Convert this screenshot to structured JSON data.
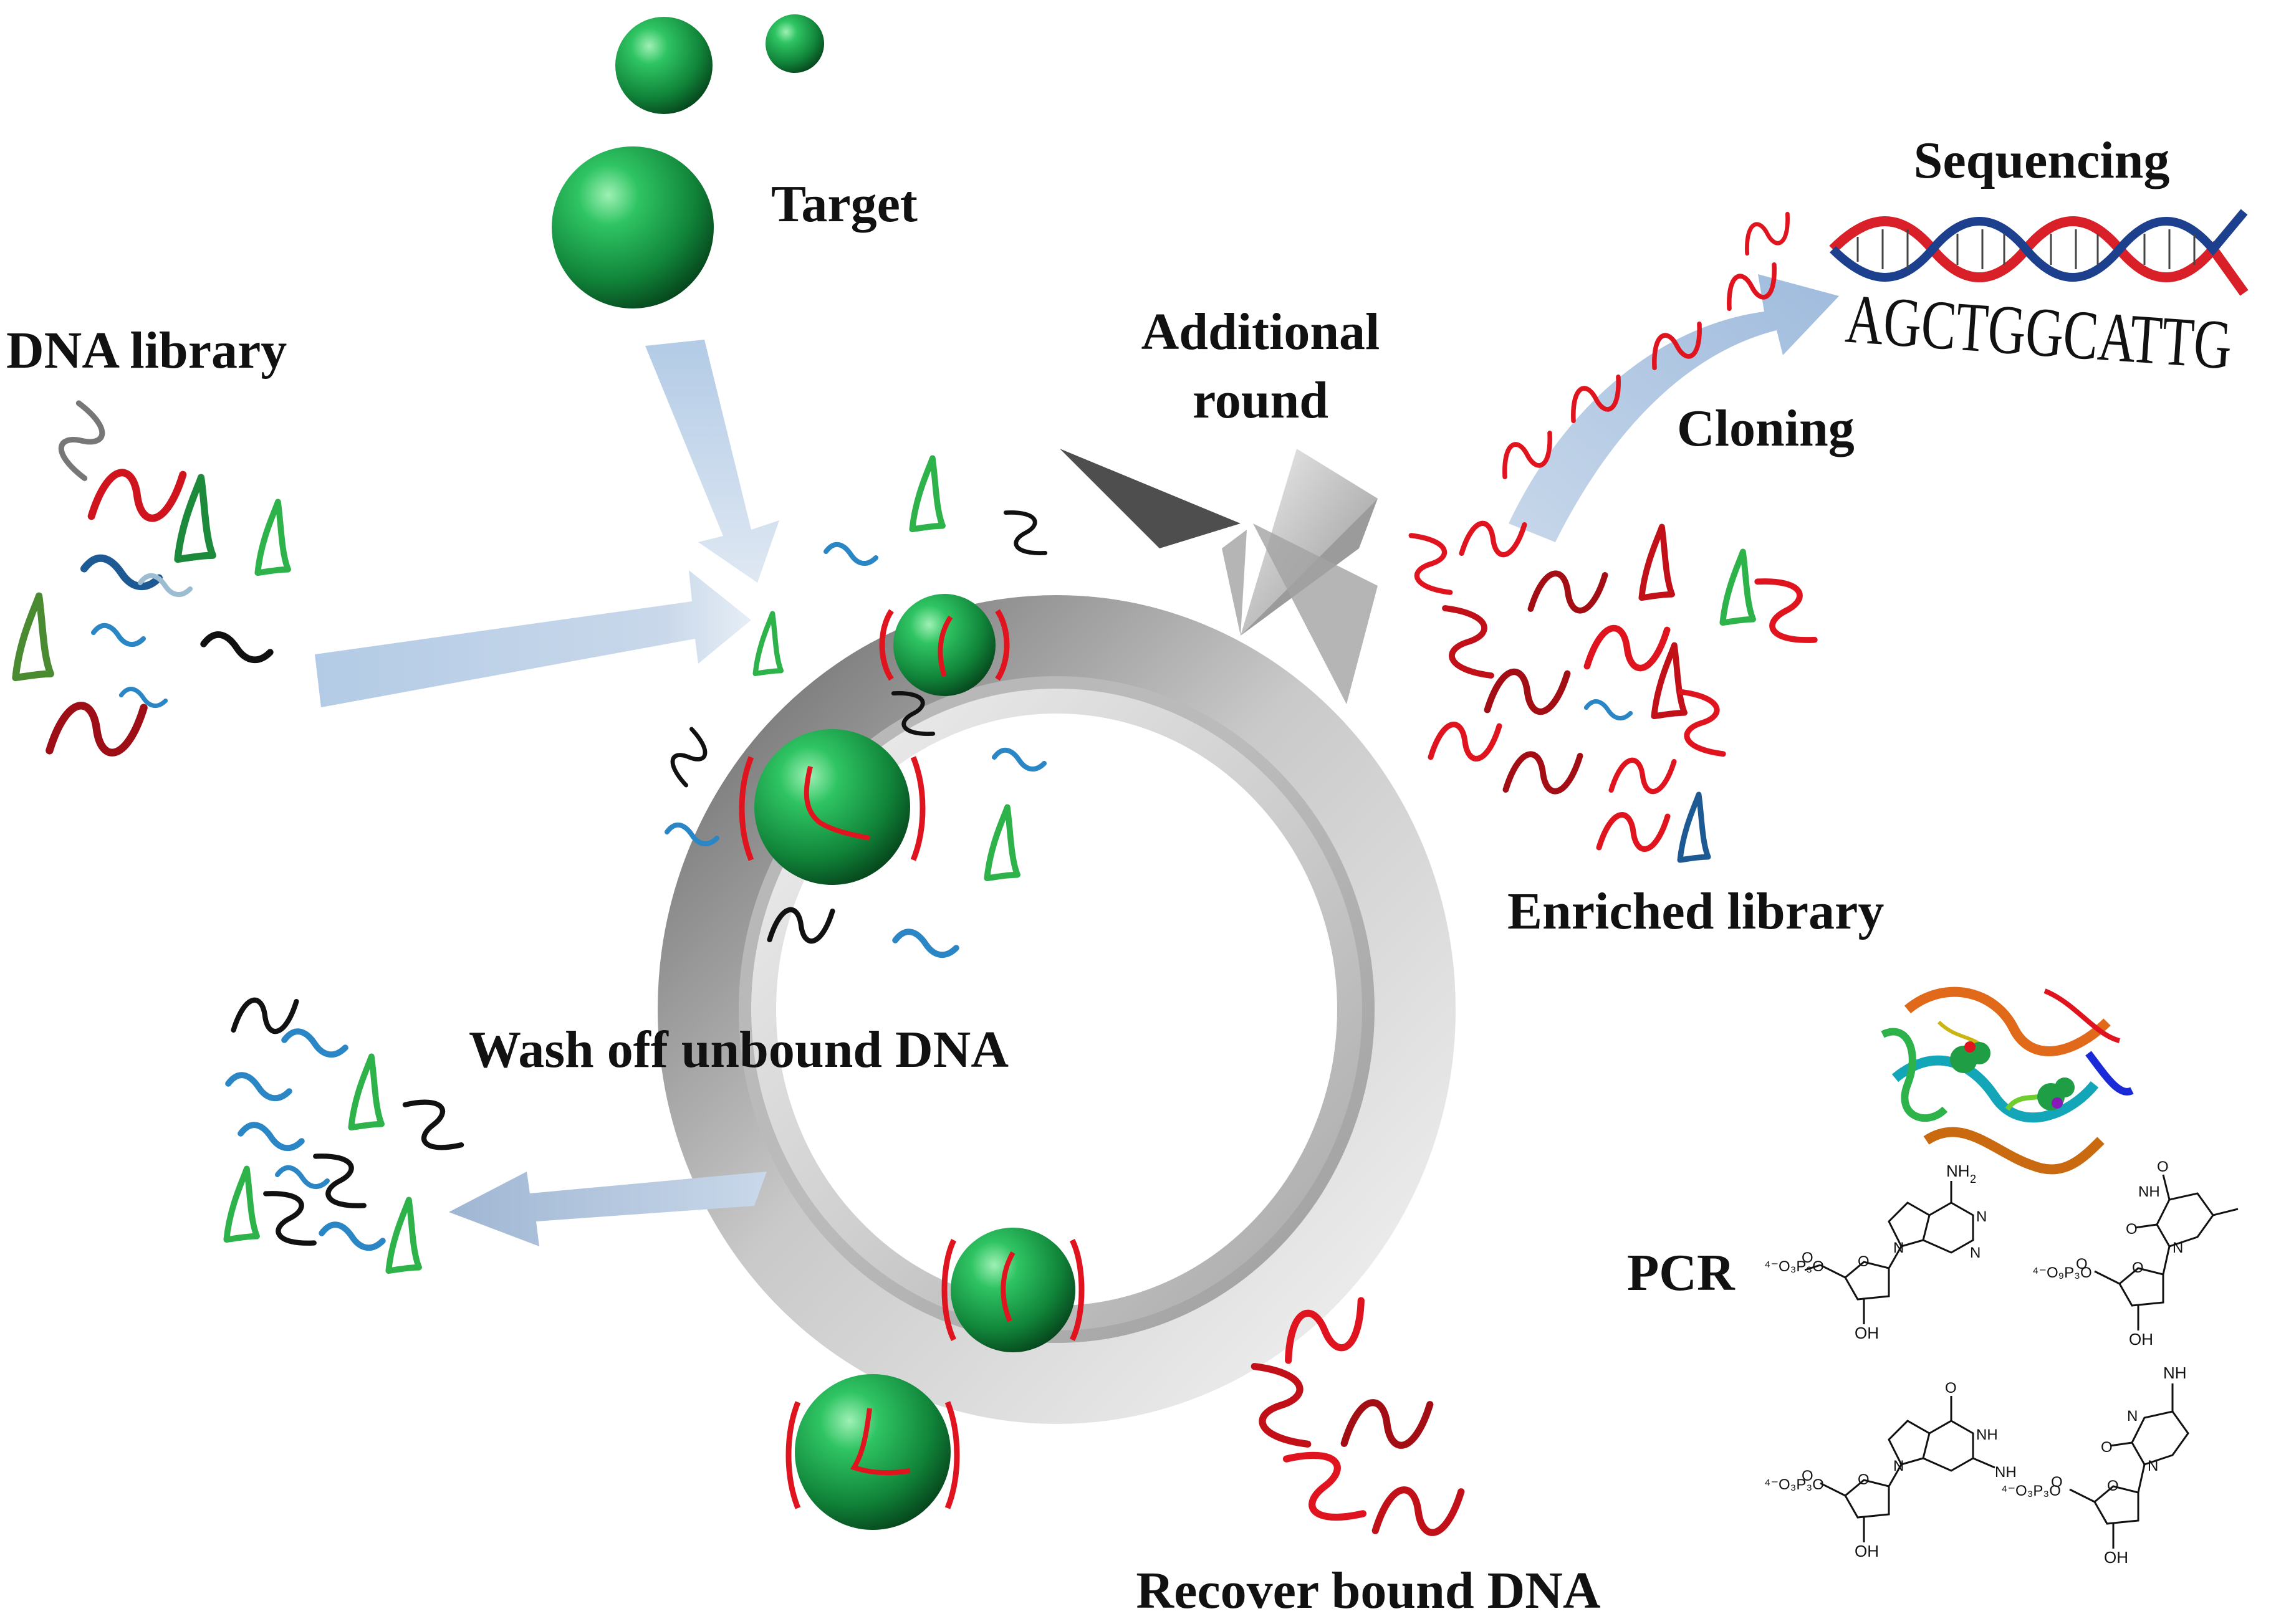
{
  "labels": {
    "target": "Target",
    "dna_library": "DNA library",
    "additional_round_line1": "Additional",
    "additional_round_line2": "round",
    "sequencing": "Sequencing",
    "cloning": "Cloning",
    "enriched_library": "Enriched library",
    "wash_off": "Wash off unbound DNA",
    "pcr": "PCR",
    "recover_bound": "Recover bound DNA"
  },
  "sequence": "AGCTGGCATTG",
  "nucleotide_text": {
    "nh2": "NH",
    "nh2_sub": "2",
    "oh": "OH",
    "o": "O",
    "n": "N",
    "nh": "NH",
    "phosphate": "⁴⁻O₃P₃O",
    "phosphate_alt": "⁴⁻O₉P₃O"
  },
  "colors": {
    "target_sphere": "#1aa04a",
    "strand_red": "#e0141e",
    "strand_green": "#2db34a",
    "strand_blue": "#2a86c4",
    "strand_black": "#111111",
    "cycle_ring": "#9a9a9a",
    "flow_arrow": "#b9cfe6"
  },
  "icons": {
    "target_sphere": "green-sphere-icon",
    "dna_strand": "dna-strand-icon",
    "double_helix": "double-helix-icon",
    "protein": "protein-structure-icon",
    "nucleotide": "nucleotide-structure-icon"
  }
}
